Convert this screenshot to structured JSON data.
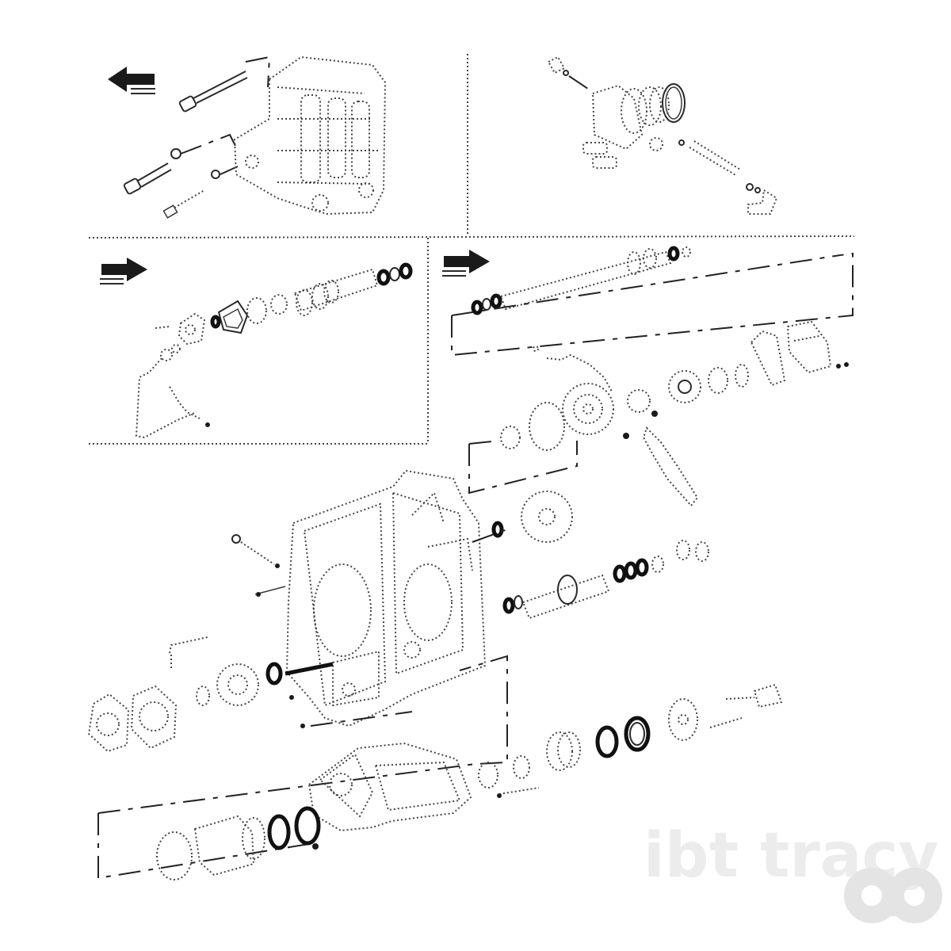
{
  "watermark": {
    "text": "ibt tracy"
  },
  "logo": {
    "icon": "ao-logo-icon"
  },
  "views": [
    {
      "name": "view-top-left",
      "has_arrow": true
    },
    {
      "name": "view-top-right",
      "has_arrow": false
    },
    {
      "name": "view-middle-left",
      "has_arrow": true
    },
    {
      "name": "view-middle-right",
      "has_arrow": true
    },
    {
      "name": "view-main-assembly",
      "has_arrow": false
    }
  ],
  "colors": {
    "ink": "#1a1a1a",
    "watermark": "#e4e4e4",
    "background": "#ffffff"
  }
}
